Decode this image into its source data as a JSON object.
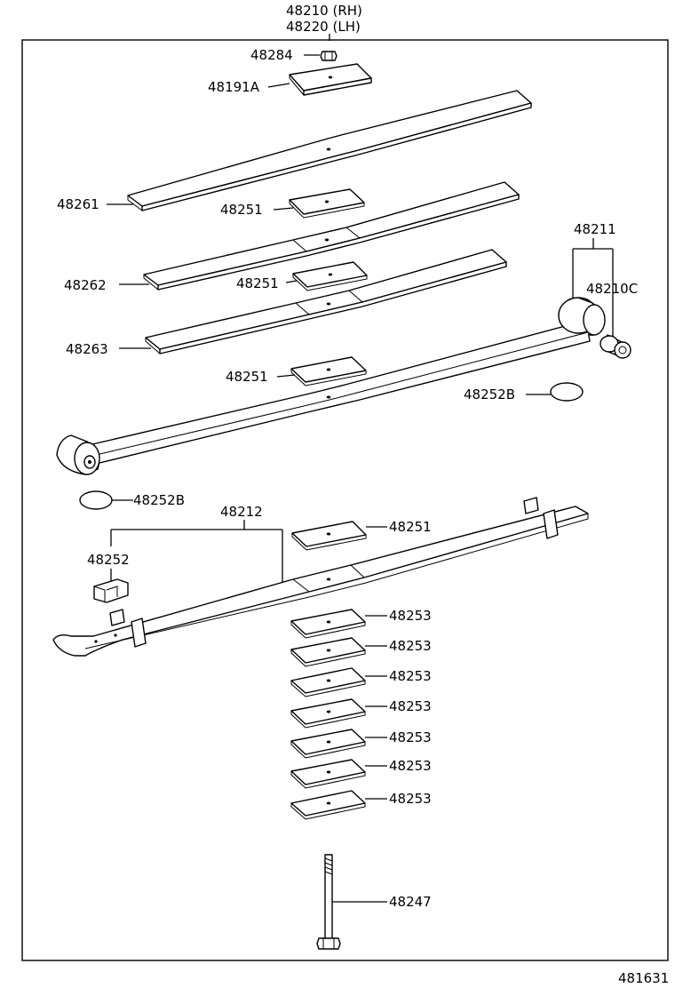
{
  "diagram_id": "481631",
  "header": {
    "part_rh": "48210 (RH)",
    "part_lh": "48220 (LH)"
  },
  "labels": {
    "nut": "48284",
    "top_plate": "48191A",
    "leaf_1": "48261",
    "pad_1": "48251",
    "leaf_2": "48262",
    "pad_2": "48251",
    "leaf_3": "48263",
    "pad_3": "48251",
    "bush_assy": "48211",
    "bushing": "48210C",
    "cap_right": "48252B",
    "cap_left": "48252B",
    "lower_assy": "48212",
    "clip": "48252",
    "pad_lower": "48251",
    "spacers": [
      "48253",
      "48253",
      "48253",
      "48253",
      "48253",
      "48253",
      "48253"
    ],
    "bolt": "48247"
  }
}
